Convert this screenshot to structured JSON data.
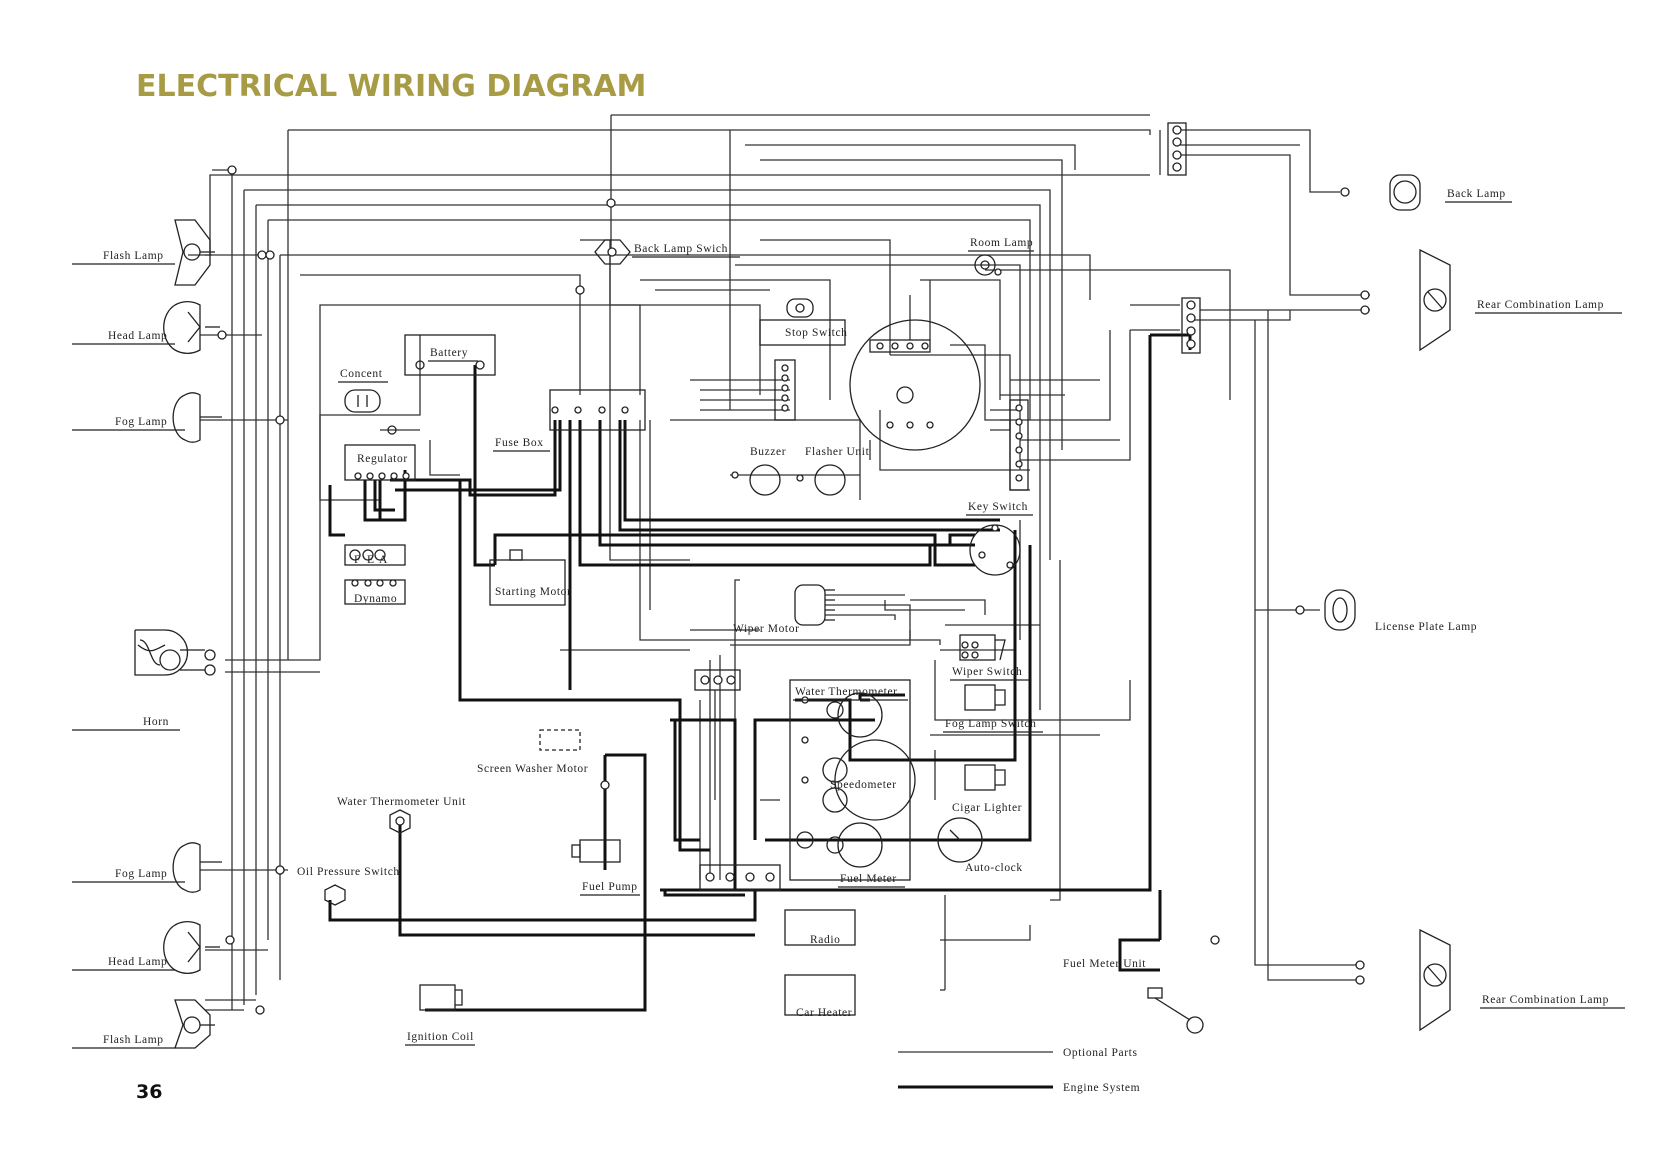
{
  "title": "ELECTRICAL WIRING DIAGRAM",
  "page_number": "36",
  "colors": {
    "title": "#a79b45",
    "wire": "#333333",
    "engine_wire": "#111111"
  },
  "components": {
    "flash_lamp_top": "Flash Lamp",
    "head_lamp_top": "Head Lamp",
    "fog_lamp_top": "Fog Lamp",
    "horn": "Horn",
    "fog_lamp_bottom": "Fog Lamp",
    "head_lamp_bottom": "Head Lamp",
    "flash_lamp_bottom": "Flash Lamp",
    "concent": "Concent",
    "battery": "Battery",
    "regulator": "Regulator",
    "dynamo": "Dynamo",
    "fuse_box": "Fuse Box",
    "starting_motor": "Starting Motor",
    "back_lamp_switch": "Back Lamp Swich",
    "stop_switch": "Stop Switch",
    "room_lamp": "Room Lamp",
    "buzzer": "Buzzer",
    "flasher_unit": "Flasher Unit",
    "key_switch": "Key Switch",
    "wiper_motor": "Wiper Motor",
    "wiper_switch": "Wiper Switch",
    "water_thermometer": "Water Thermometer",
    "fog_lamp_switch": "Fog Lamp Switch",
    "speedometer": "Speedometer",
    "cigar_lighter": "Cigar Lighter",
    "auto_clock": "Auto-clock",
    "fuel_meter": "Fuel Meter",
    "screen_washer_motor": "Screen Washer Motor",
    "water_thermometer_unit": "Water Thermometer Unit",
    "oil_pressure_switch": "Oil Pressure Switch",
    "fuel_pump": "Fuel Pump",
    "radio": "Radio",
    "car_heater": "Car Heater",
    "ignition_coil": "Ignition Coil",
    "fuel_meter_unit": "Fuel Meter Unit",
    "back_lamp": "Back Lamp",
    "rear_combination_lamp_top": "Rear Combination Lamp",
    "license_plate_lamp": "License Plate Lamp",
    "rear_combination_lamp_bottom": "Rear Combination Lamp"
  },
  "legend": {
    "optional_parts": "Optional Parts",
    "engine_system": "Engine System"
  },
  "dynamo_terminals": [
    "F",
    "E",
    "A"
  ]
}
